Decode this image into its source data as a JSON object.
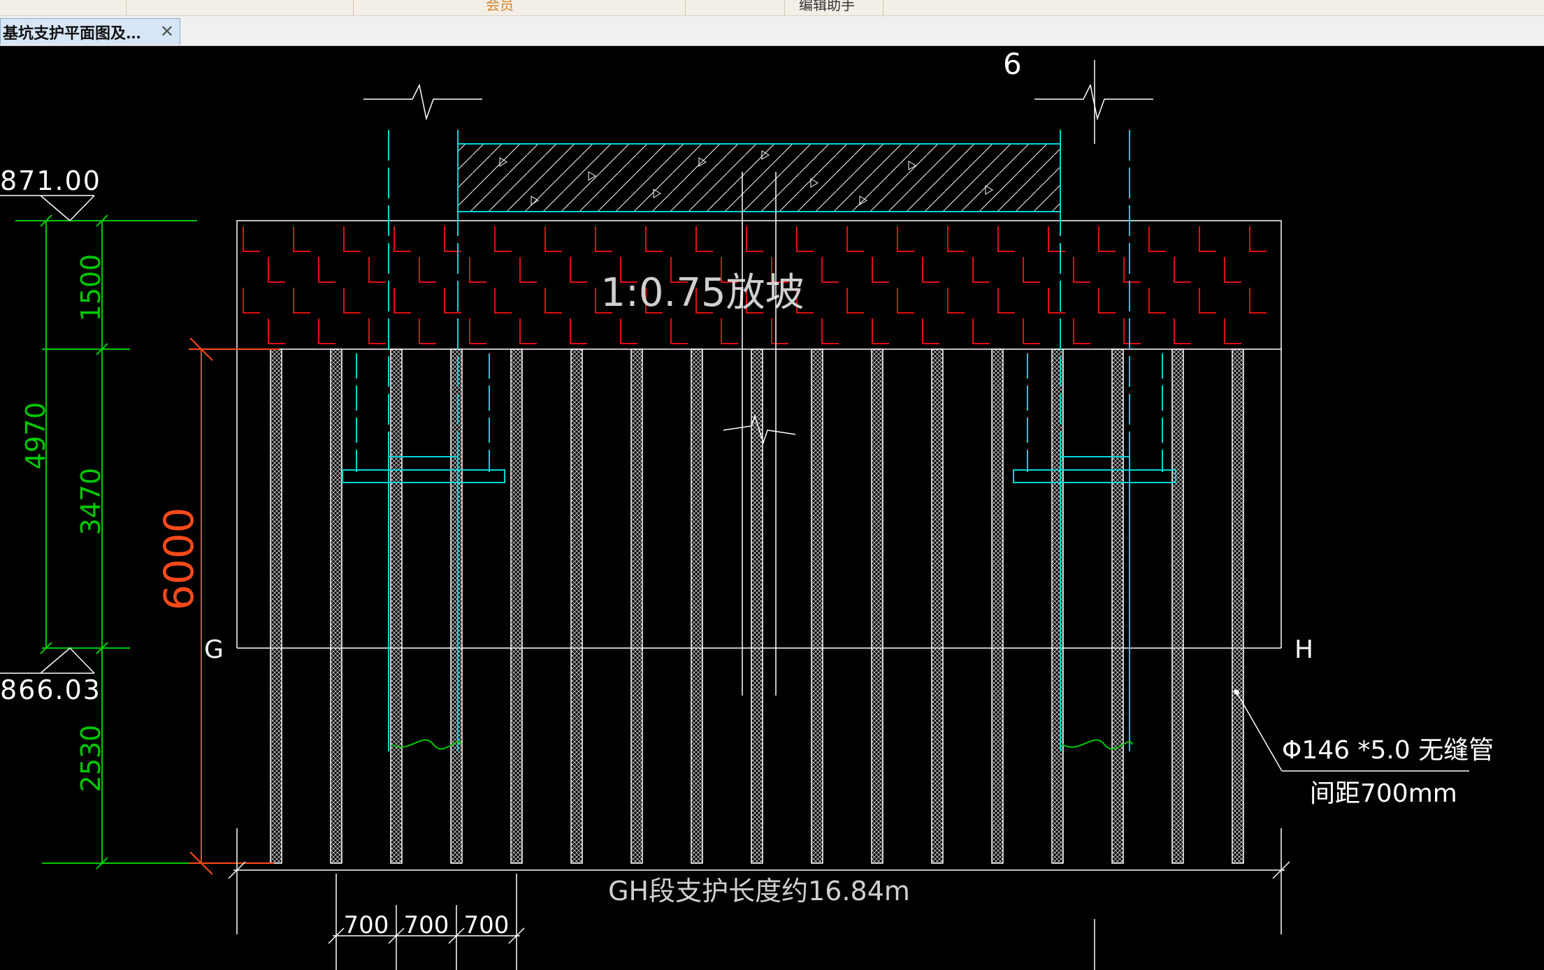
{
  "ribbon": {
    "highlight_label": "会员",
    "helper_label": "编辑助手"
  },
  "document_tab": {
    "title": "基坑支护平面图及…",
    "close_icon": "close-icon"
  },
  "drawing": {
    "top_axis_label": "6",
    "slope_label": "1:0.75放坡",
    "elev_top": "871.00",
    "elev_bottom": "866.03",
    "dim_total": "4970",
    "dim_upper": "1500",
    "dim_middle": "3470",
    "dim_lower": "2530",
    "dim_pile_length": "6000",
    "point_left": "G",
    "point_right": "H",
    "pipe_spec": "Φ146 *5.0 无缝管",
    "pipe_spacing": "间距700mm",
    "length_note": "GH段支护长度约16.84m",
    "spacing_dims": [
      "700",
      "700",
      "700"
    ],
    "colors": {
      "line": "#ffffff",
      "cyan": "#00d8d8",
      "green": "#00c800",
      "red": "#e01010",
      "orange_red": "#ff4a1a"
    }
  }
}
